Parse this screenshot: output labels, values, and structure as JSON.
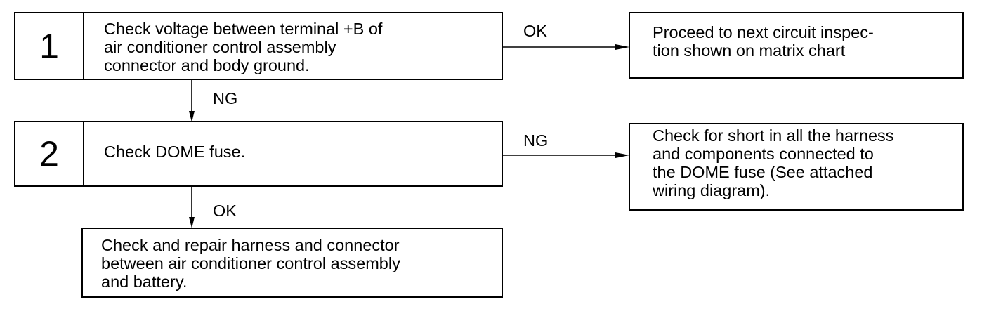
{
  "step1": {
    "number": "1",
    "lines": [
      "Check voltage between terminal +B of",
      "air conditioner control assembly",
      "connector and body ground."
    ]
  },
  "step2": {
    "number": "2",
    "lines": [
      "Check DOME fuse."
    ]
  },
  "step1_ok": {
    "label": "OK",
    "lines": [
      "Proceed to next circuit inspec-",
      "tion shown on matrix chart"
    ]
  },
  "step1_ng": {
    "label": "NG"
  },
  "step2_ng": {
    "label": "NG",
    "lines": [
      "Check for short in all the harness",
      "and components connected to",
      "the DOME fuse (See attached",
      "wiring diagram)."
    ]
  },
  "step2_ok": {
    "label": "OK",
    "lines": [
      "Check and repair harness and connector",
      "between air conditioner control assembly",
      "and battery."
    ]
  }
}
